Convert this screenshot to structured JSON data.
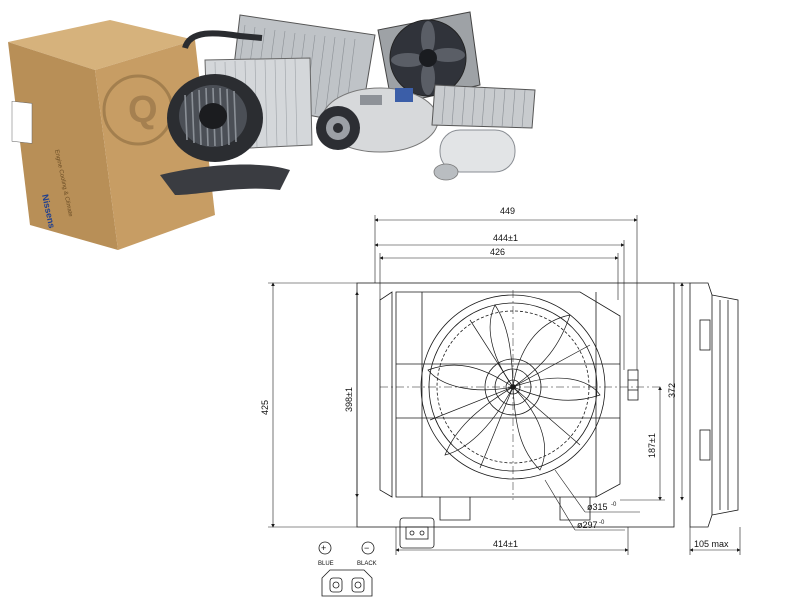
{
  "product_photo": {
    "box_brand": "Nissens",
    "box_tagline": "Engine Cooling & Climate",
    "box_badge": "Q"
  },
  "drawing": {
    "dimensions": {
      "top_width": "449",
      "fan_width": "444±1",
      "inner_width": "426",
      "bottom_width": "414±1",
      "overall_height": "425",
      "fan_height": "398±1",
      "side_height": "372",
      "hub_offset": "187±1",
      "shroud_diameter": "ø315",
      "shroud_tolerance": "-0",
      "fan_diameter": "ø297",
      "fan_tolerance": "-0",
      "depth": "105 max"
    },
    "connector": {
      "plus_symbol": "+",
      "minus_symbol": "−",
      "plus_label": "BLUE",
      "minus_label": "BLACK"
    }
  },
  "colors": {
    "line": "#1a1a1a",
    "box_cardboard": "#b8905a",
    "box_shadow": "#8d6a3c",
    "metal_light": "#d8dadc",
    "metal_dark": "#4a4d52"
  }
}
